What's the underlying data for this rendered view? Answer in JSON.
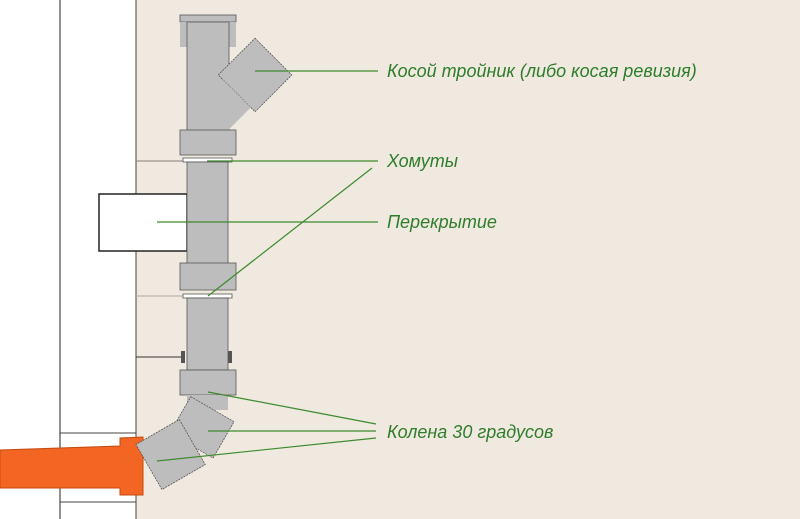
{
  "labels": {
    "tee": "Косой тройник (либо косая ревизия)",
    "clamps": "Хомуты",
    "slab": "Перекрытие",
    "elbows": "Колена 30 градусов"
  },
  "colors": {
    "background": "#efe9e0",
    "pipe": "#bdbdbd",
    "outer_pipe": "#f26522",
    "leader": "#3e8a2e"
  }
}
